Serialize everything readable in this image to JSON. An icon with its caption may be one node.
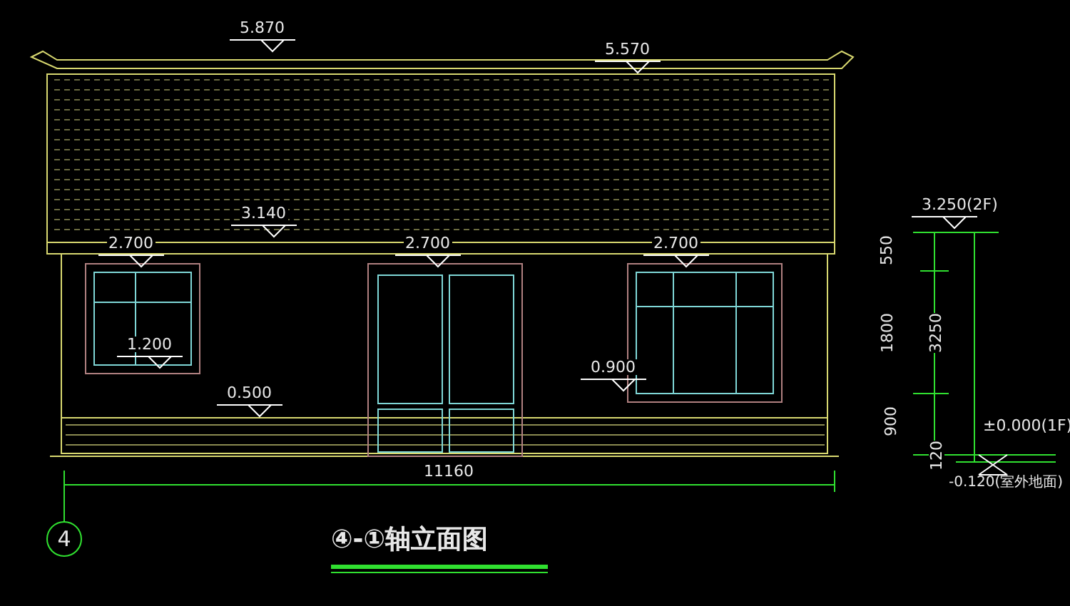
{
  "diagram": {
    "title": "④-①轴立面图",
    "labels": [
      "5.870",
      "5.570",
      "3.140",
      "2.700",
      "2.700",
      "2.700",
      "1.200",
      "0.500",
      "0.900",
      "3.250(2F)",
      "550",
      "1800",
      "3250",
      "900",
      "120",
      "±0.000(1F)",
      "-0.120(室外地面)",
      "11160",
      "4"
    ]
  }
}
